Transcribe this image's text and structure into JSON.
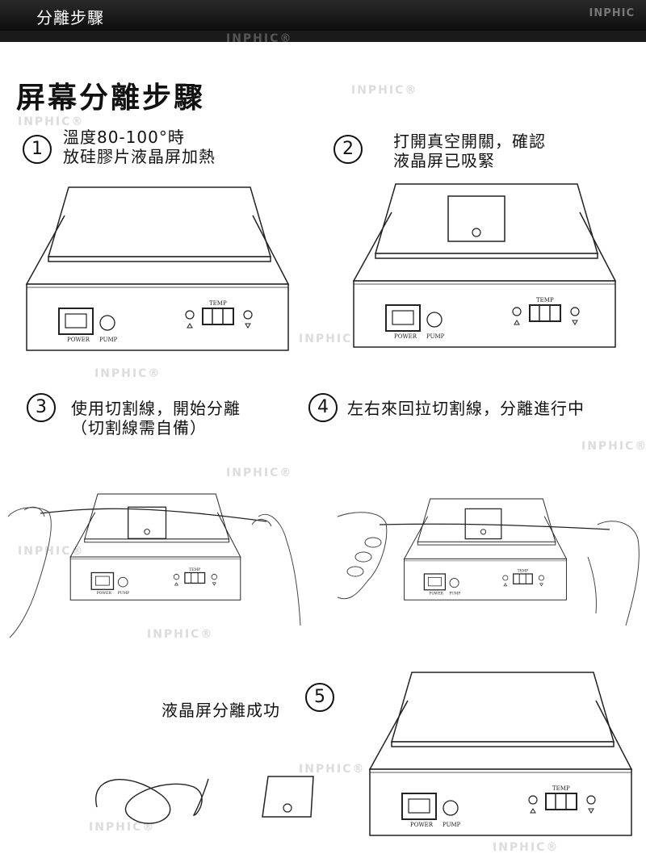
{
  "header": {
    "title": "分離步驟",
    "logo": "INPHIC"
  },
  "page_title": "屏幕分離步驟",
  "watermark": "INPHIC®",
  "steps": [
    {
      "number": "1",
      "line1": "溫度80-100°時",
      "line2": "放硅膠片液晶屏加熱"
    },
    {
      "number": "2",
      "line1": "打開真空開關，確認",
      "line2": "液晶屏已吸緊"
    },
    {
      "number": "3",
      "line1": "使用切割線，開始分離",
      "line2": "（切割線需自備）"
    },
    {
      "number": "4",
      "line1": "左右來回拉切割線，分離進行中"
    },
    {
      "number": "5",
      "line1": "液晶屏分離成功"
    }
  ],
  "machine_labels": {
    "power": "POWER",
    "pump": "PUMP",
    "temp": "TEMP"
  }
}
